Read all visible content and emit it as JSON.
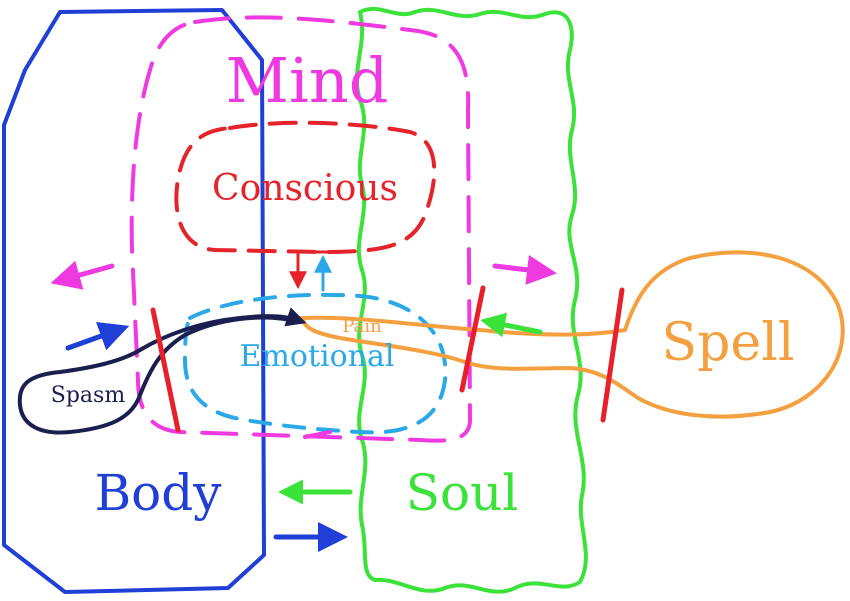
{
  "labels": {
    "mind": "Mind",
    "conscious": "Conscious",
    "emotional": "Emotional",
    "pain": "Pain",
    "spasm": "Spasm",
    "body": "Body",
    "soul": "Soul",
    "spell": "Spell"
  },
  "colors": {
    "body": "#1f3fd6",
    "mind": "#ee3ae0",
    "soul": "#3ae23a",
    "conscious": "#e5232b",
    "emotional": "#2aa8e8",
    "spell": "#f5a040",
    "spasm": "#1b1f4f",
    "barrier": "#e8202a"
  }
}
